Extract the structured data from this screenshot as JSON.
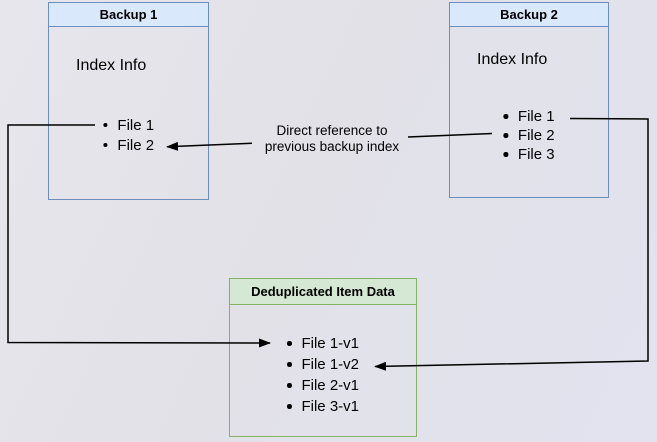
{
  "nodes": {
    "backup1": {
      "title": "Backup 1",
      "label": "Index Info",
      "items": [
        "File 1",
        "File 2"
      ]
    },
    "backup2": {
      "title": "Backup 2",
      "label": "Index Info",
      "items": [
        "File 1",
        "File 2",
        "File 3"
      ]
    },
    "dedup": {
      "title": "Deduplicated Item Data",
      "items": [
        "File 1-v1",
        "File 1-v2",
        "File 2-v1",
        "File 3-v1"
      ]
    }
  },
  "annotation": {
    "line1": "Direct reference to",
    "line2": "previous backup index"
  },
  "edges": [
    {
      "from": "Backup 1 / File 1",
      "to": "Deduplicated Item Data / File 1-v1"
    },
    {
      "from": "Backup 2 / File 2",
      "to": "Backup 1 / File 2",
      "label": "Direct reference to previous backup index"
    },
    {
      "from": "Backup 2 / File 1",
      "to": "Deduplicated Item Data / File 1-v2"
    }
  ],
  "colors": {
    "blue_fill": "#dae8fc",
    "blue_border": "#6c8ebf",
    "green_fill": "#d5e8d4",
    "green_border": "#82b366",
    "arrow": "#000000",
    "background": "#e3e2e9"
  }
}
